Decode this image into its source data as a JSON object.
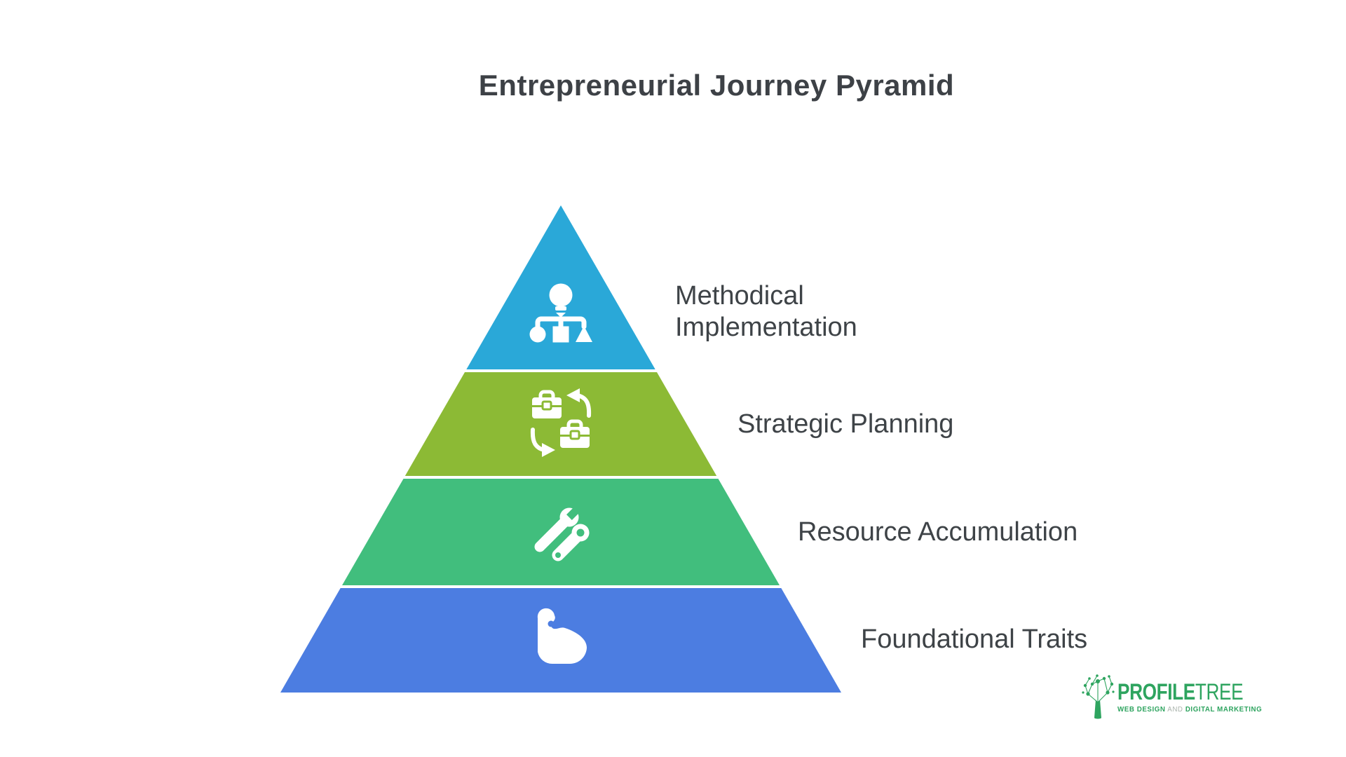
{
  "title": "Entrepreneurial Journey Pyramid",
  "pyramid": {
    "levels": [
      {
        "label": "Methodical Implementation",
        "color": "#2AA8D8",
        "icon": "idea-workflow-icon"
      },
      {
        "label": "Strategic Planning",
        "color": "#8CBA35",
        "icon": "briefcase-exchange-icon"
      },
      {
        "label": "Resource Accumulation",
        "color": "#41BE7D",
        "icon": "tools-icon"
      },
      {
        "label": "Foundational Traits",
        "color": "#4C7DE1",
        "icon": "muscle-icon"
      }
    ]
  },
  "logo": {
    "brand_bold": "PROFILE",
    "brand_light": "TREE",
    "tagline_left": "WEB DESIGN",
    "tagline_and": " AND ",
    "tagline_right": "DIGITAL MARKETING",
    "green": "#2EA45F"
  },
  "colors": {
    "background": "#FFFFFF",
    "title_text": "#3D4146",
    "label_text": "#3E4347"
  }
}
